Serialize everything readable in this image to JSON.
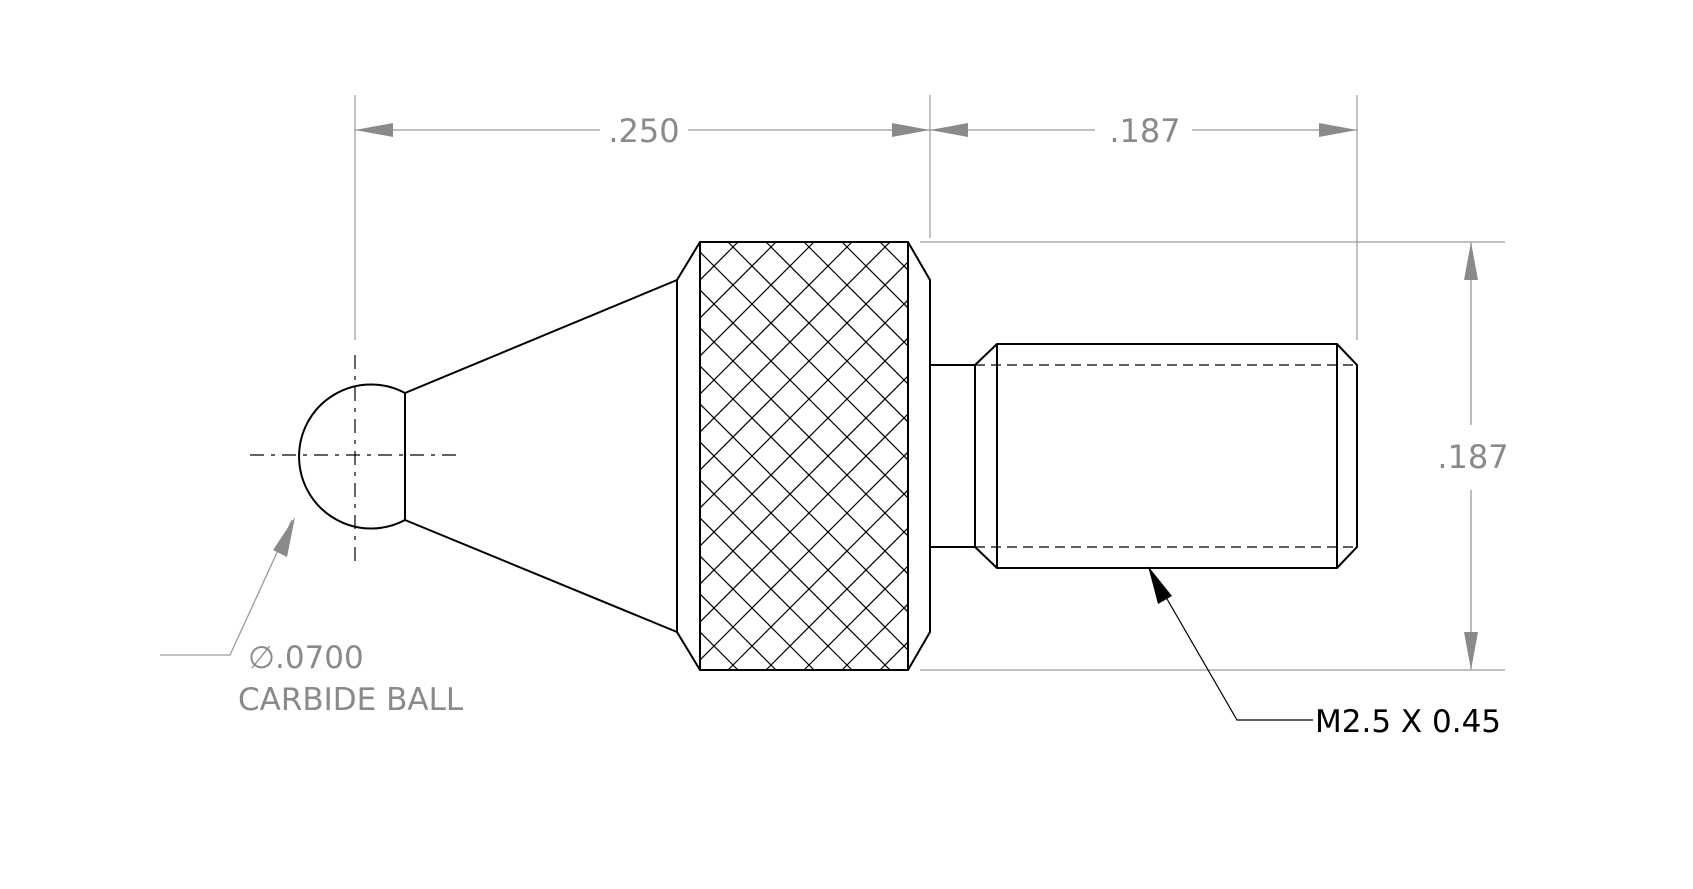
{
  "dimensions": {
    "ball_to_knurl_length": ".250",
    "thread_length": ".187",
    "knurl_diameter": ".187"
  },
  "notes": {
    "ball_diameter": "∅.0700",
    "ball_material": "CARBIDE BALL",
    "thread_spec": "M2.5 X 0.45"
  },
  "colors": {
    "part_lines": "#000000",
    "dimension_lines": "#9a9a9a",
    "dimension_text": "#8a8a8a",
    "note_text": "#8a8a8a",
    "thread_note_text": "#000000",
    "background": "#ffffff"
  }
}
